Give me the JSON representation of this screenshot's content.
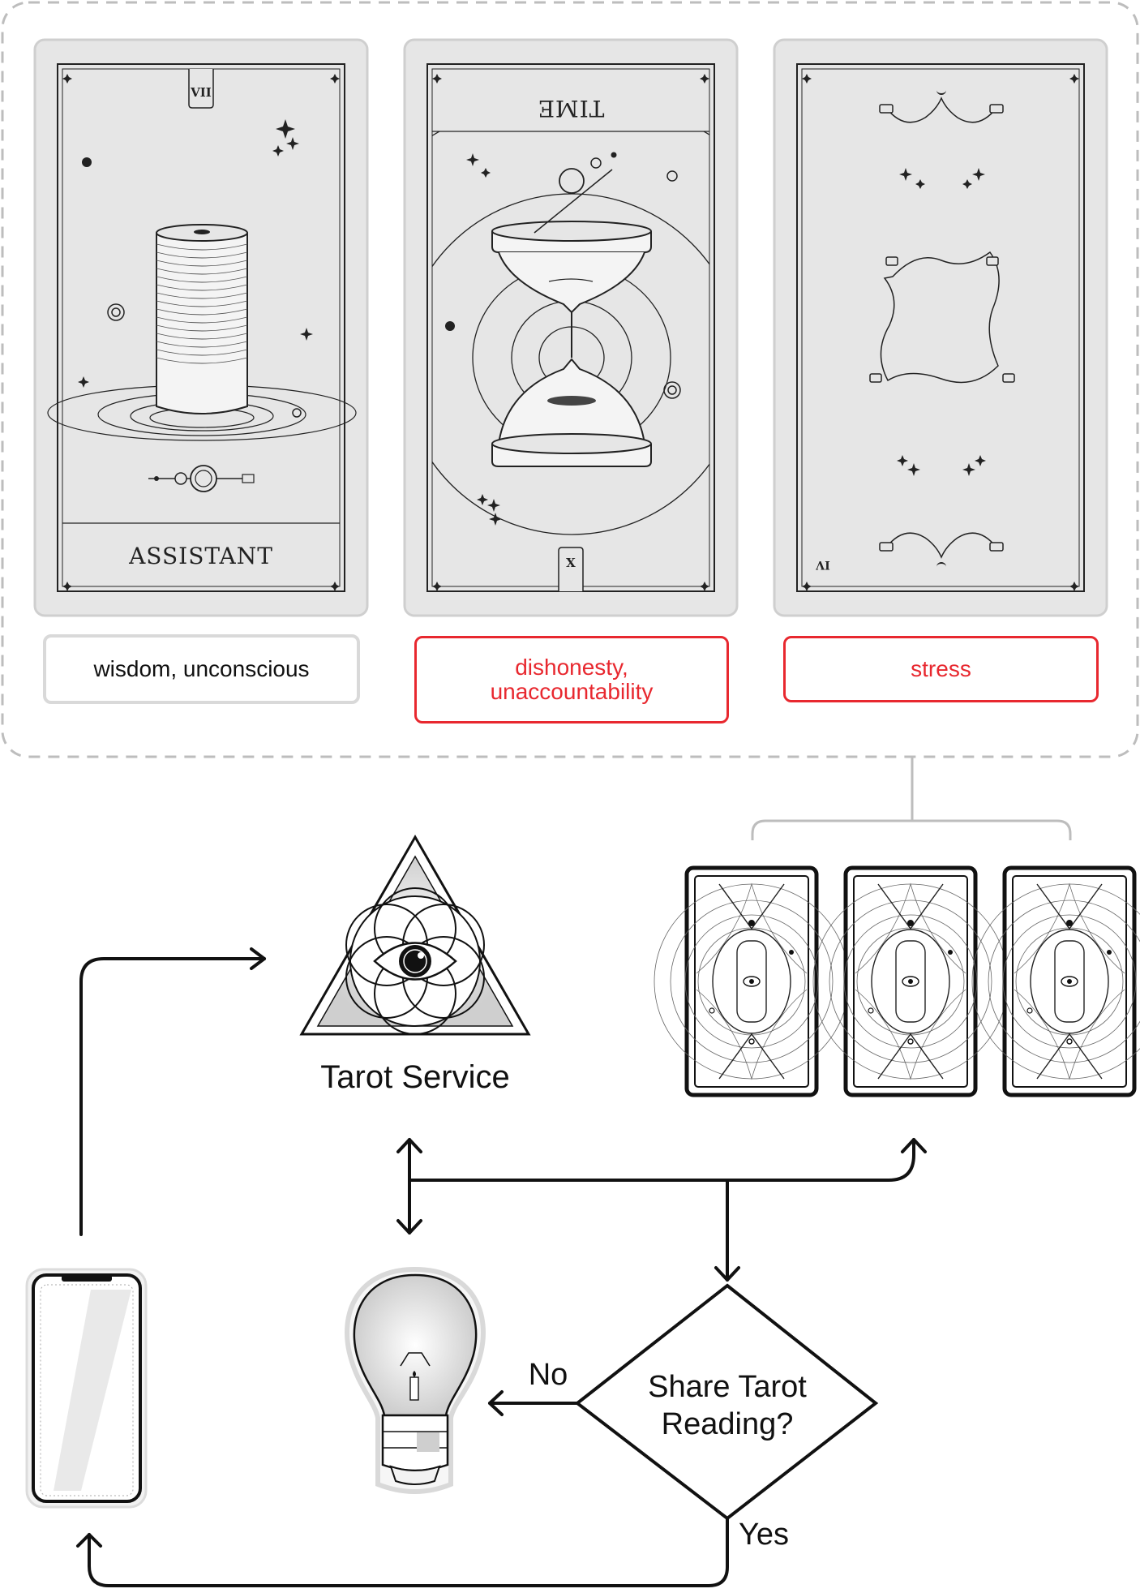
{
  "cards": [
    {
      "name": "ASSISTANT",
      "numeral": "VII",
      "orientation": "upright",
      "meaning": "wisdom, unconscious",
      "meaning_color": "#111111",
      "meaning_border": "#d9d9d9"
    },
    {
      "name": "TIME",
      "numeral": "X",
      "orientation": "reversed",
      "meaning": "dishonesty, unaccountability",
      "meaning_color": "#e8282f",
      "meaning_border": "#e8282f"
    },
    {
      "name": "",
      "numeral": "IV",
      "orientation": "reversed",
      "meaning": "stress",
      "meaning_color": "#e8282f",
      "meaning_border": "#e8282f"
    }
  ],
  "service": {
    "label": "Tarot Service"
  },
  "decision": {
    "question_line1": "Share Tarot",
    "question_line2": "Reading?",
    "no_label": "No",
    "yes_label": "Yes"
  },
  "colors": {
    "card_bg": "#e6e6e6",
    "card_border": "#cfcfcf",
    "dashed_border": "#bdbdbd",
    "alert": "#e8282f",
    "line": "#111111"
  },
  "icons": {
    "service": "all-seeing-eye-triangle-icon",
    "deck_card": "tarot-card-back-icon",
    "phone": "smartphone-icon",
    "bulb": "light-bulb-icon"
  }
}
